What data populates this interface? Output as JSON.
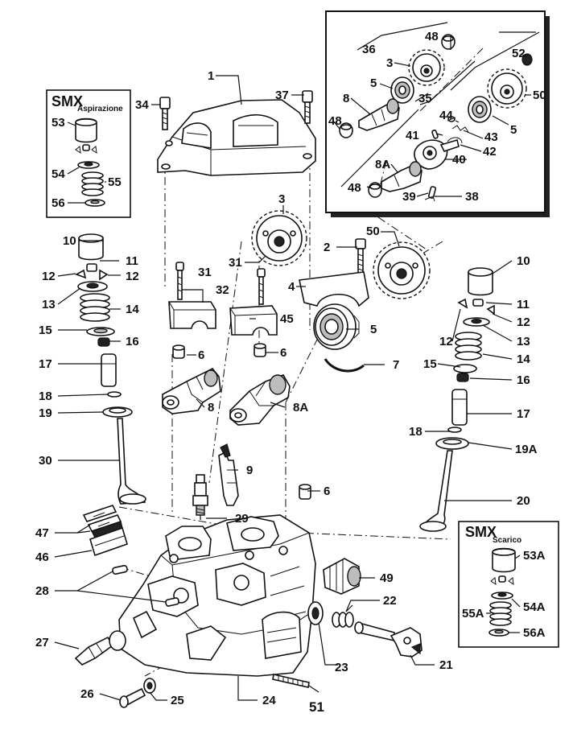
{
  "callouts": {
    "c1": "1",
    "c2": "2",
    "c3": "3",
    "c3i": "3",
    "c4": "4",
    "c5": "5",
    "c5i1": "5",
    "c5i2": "5",
    "c6a": "6",
    "c6b": "6",
    "c6c": "6",
    "c7": "7",
    "c8": "8",
    "c8i": "8",
    "c8A": "8A",
    "c8Ai": "8A",
    "c9": "9",
    "c10a": "10",
    "c10b": "10",
    "c11a": "11",
    "c11b": "11",
    "c12a": "12",
    "c12b": "12",
    "c12c": "12",
    "c12d": "12",
    "c13a": "13",
    "c13b": "13",
    "c14a": "14",
    "c14b": "14",
    "c15a": "15",
    "c15b": "15",
    "c16a": "16",
    "c16b": "16",
    "c17a": "17",
    "c17b": "17",
    "c18a": "18",
    "c18b": "18",
    "c19": "19",
    "c19A": "19A",
    "c20": "20",
    "c21": "21",
    "c22": "22",
    "c23": "23",
    "c24": "24",
    "c25": "25",
    "c26": "26",
    "c27": "27",
    "c28": "28",
    "c29": "29",
    "c30": "30",
    "c31a": "31",
    "c31b": "31",
    "c32": "32",
    "c34": "34",
    "c35": "35",
    "c36": "36",
    "c37": "37",
    "c38": "38",
    "c39": "39",
    "c40": "40",
    "c41": "41",
    "c42": "42",
    "c43": "43",
    "c44": "44",
    "c45": "45",
    "c46": "46",
    "c47": "47",
    "c48a": "48",
    "c48b": "48",
    "c48c": "48",
    "c49": "49",
    "c50a": "50",
    "c50b": "50",
    "c51": "51",
    "c52": "52",
    "c53": "53",
    "c54": "54",
    "c55": "55",
    "c56": "56",
    "c53A": "53A",
    "c54A": "54A",
    "c55A": "55A",
    "c56A": "56A"
  },
  "inset_intake": {
    "title": "SMX",
    "subtitle": "Aspirazione"
  },
  "inset_exhaust": {
    "title": "SMX",
    "subtitle": "Scarico"
  }
}
